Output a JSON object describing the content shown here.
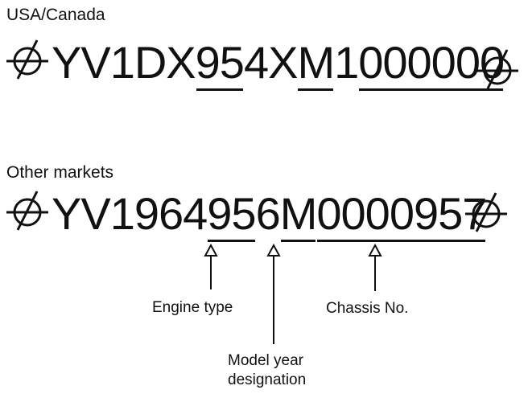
{
  "usa": {
    "label": "USA/Canada",
    "vin": {
      "prefix": "YV1DX",
      "engine": "95",
      "mid": "4X",
      "year": "M",
      "mid2": "1",
      "chassis": "000000"
    }
  },
  "other": {
    "label": "Other markets",
    "vin": {
      "prefix": "YV1964",
      "engine": "95",
      "mid": "6",
      "year": "M",
      "chassis": "0000957"
    }
  },
  "callouts": {
    "engine": "Engine type",
    "chassis": "Chassis No.",
    "year_line1": "Model year",
    "year_line2": "designation"
  },
  "icons": {
    "left": "emblem-icon",
    "right": "emblem-icon"
  },
  "colors": {
    "ink": "#111111",
    "background": "#ffffff"
  }
}
